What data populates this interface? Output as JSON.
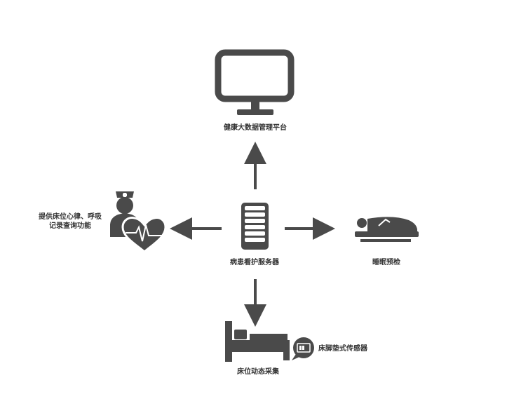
{
  "nodes": {
    "platform": {
      "label": "健康大数据管理平台",
      "icon": "monitor-icon"
    },
    "server": {
      "label": "病患看护服务器",
      "icon": "server-icon"
    },
    "nurse": {
      "label_line1": "提供床位心律、呼吸",
      "label_line2": "记录查询功能",
      "icon": "nurse-heart-icon"
    },
    "sleep": {
      "label": "睡眠预检",
      "icon": "sleeping-person-icon"
    },
    "bed": {
      "label": "床位动态采集",
      "icon": "bed-icon"
    },
    "sensor": {
      "label": "床脚垫式传感器",
      "icon": "sensor-pad-icon"
    }
  },
  "colors": {
    "icon": "#4a4a4a",
    "text": "#333333",
    "background": "#ffffff"
  }
}
